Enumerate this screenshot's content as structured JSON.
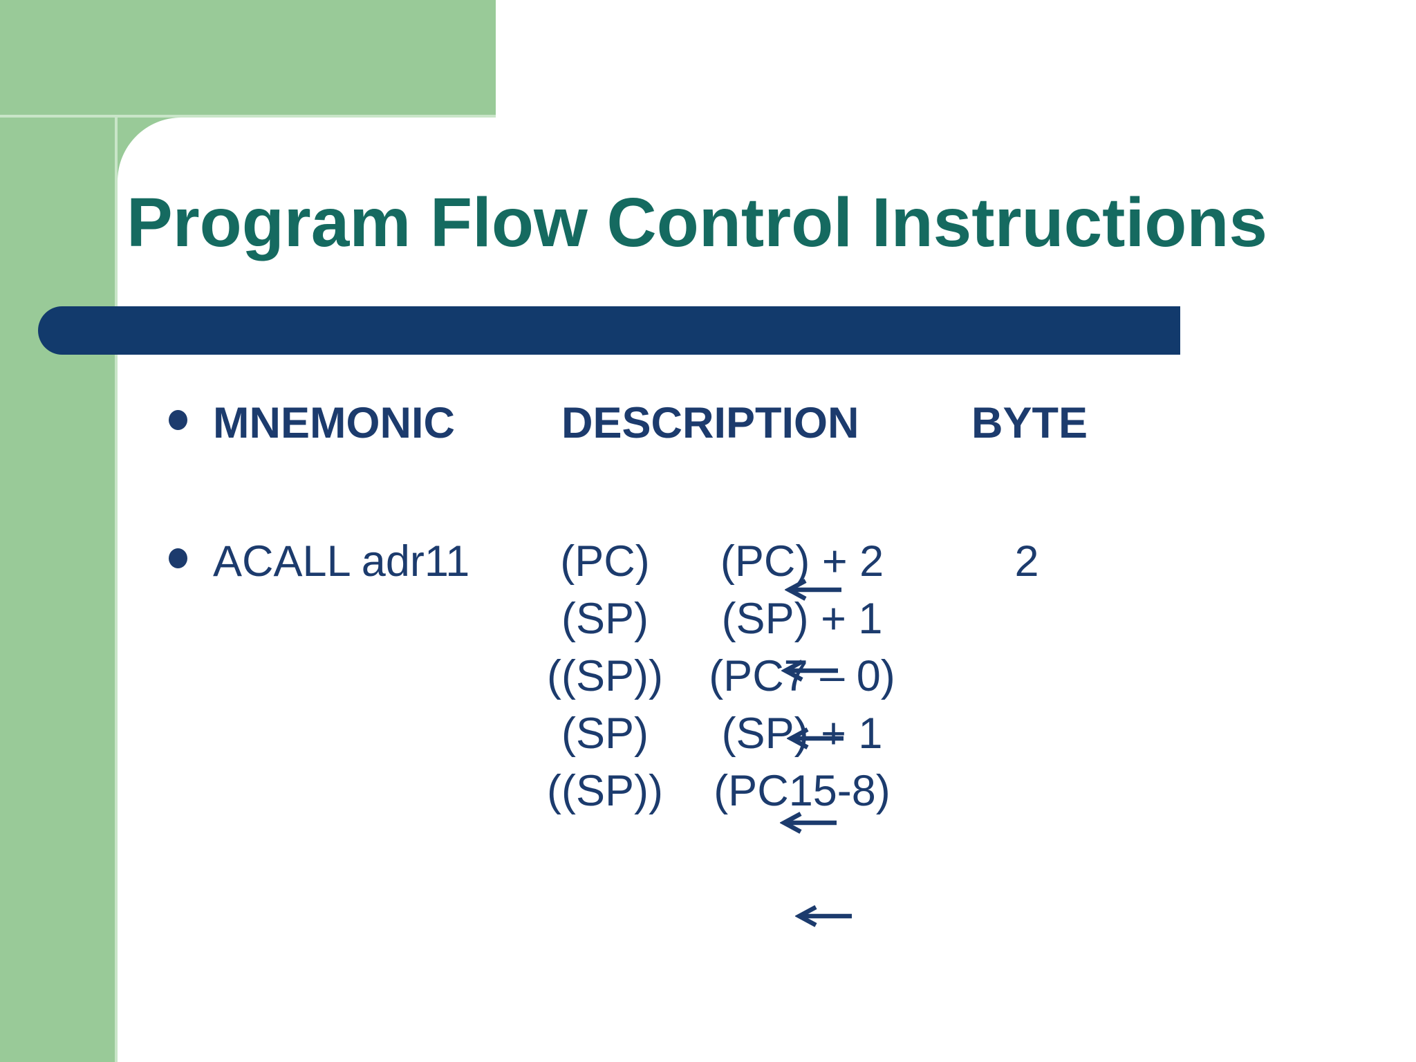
{
  "slide": {
    "title": "Program Flow Control Instructions",
    "header": {
      "mnemonic": "MNEMONIC",
      "description": "DESCRIPTION",
      "byte": "BYTE"
    },
    "rows": [
      {
        "mnemonic": "ACALL adr11",
        "dest": "(PC)",
        "src": "(PC) + 2",
        "byte": "2"
      },
      {
        "dest": "(SP)",
        "src": "(SP) + 1"
      },
      {
        "dest": "((SP))",
        "src": "(PC7 – 0)"
      },
      {
        "dest": "(SP)",
        "src": "(SP) + 1"
      },
      {
        "dest": "((SP))",
        "src": "(PC15-8)"
      }
    ],
    "arrows": {
      "glyph": "←",
      "count": 5
    },
    "colors": {
      "background_green": "#99CA98",
      "panel_white": "#FFFFFF",
      "bar_navy": "#123A6C",
      "title_teal": "#156A60",
      "text_navy": "#1C3B6D"
    }
  }
}
